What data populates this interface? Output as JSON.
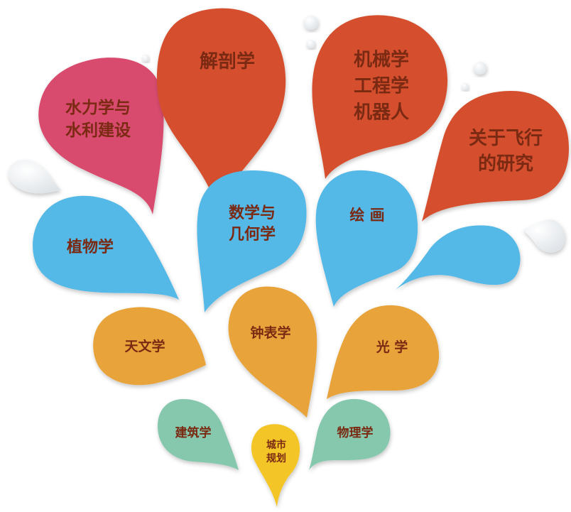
{
  "colors": {
    "red": "#d5502e",
    "pink": "#d94c6e",
    "blue": "#55b9e8",
    "orange": "#e8a43b",
    "teal": "#86c8ad",
    "yellow": "#f4c525",
    "bubble": "#eceff2",
    "text": "#7a2a12"
  },
  "bubbles": [
    {
      "id": "hydraulics",
      "color": "pink",
      "lines": [
        "水力学与",
        "水利建设"
      ]
    },
    {
      "id": "anatomy",
      "color": "red",
      "lines": [
        "解剖学"
      ]
    },
    {
      "id": "mechanics",
      "color": "red",
      "lines": [
        "机械学",
        "工程学",
        "机器人"
      ]
    },
    {
      "id": "flight",
      "color": "red",
      "lines": [
        "关于飞行",
        "的研究"
      ]
    },
    {
      "id": "botany",
      "color": "blue",
      "lines": [
        "植物学"
      ]
    },
    {
      "id": "math",
      "color": "blue",
      "lines": [
        "数学与",
        "几何学"
      ]
    },
    {
      "id": "painting",
      "color": "blue",
      "lines": [
        "绘 画"
      ]
    },
    {
      "id": "blank-blue",
      "color": "blue",
      "lines": []
    },
    {
      "id": "astronomy",
      "color": "orange",
      "lines": [
        "天文学"
      ]
    },
    {
      "id": "horology",
      "color": "orange",
      "lines": [
        "钟表学"
      ]
    },
    {
      "id": "optics",
      "color": "orange",
      "lines": [
        "光 学"
      ]
    },
    {
      "id": "architecture",
      "color": "teal",
      "lines": [
        "建筑学"
      ]
    },
    {
      "id": "urban",
      "color": "yellow",
      "lines": [
        "城市",
        "规划"
      ]
    },
    {
      "id": "physics",
      "color": "teal",
      "lines": [
        "物理学"
      ]
    }
  ]
}
